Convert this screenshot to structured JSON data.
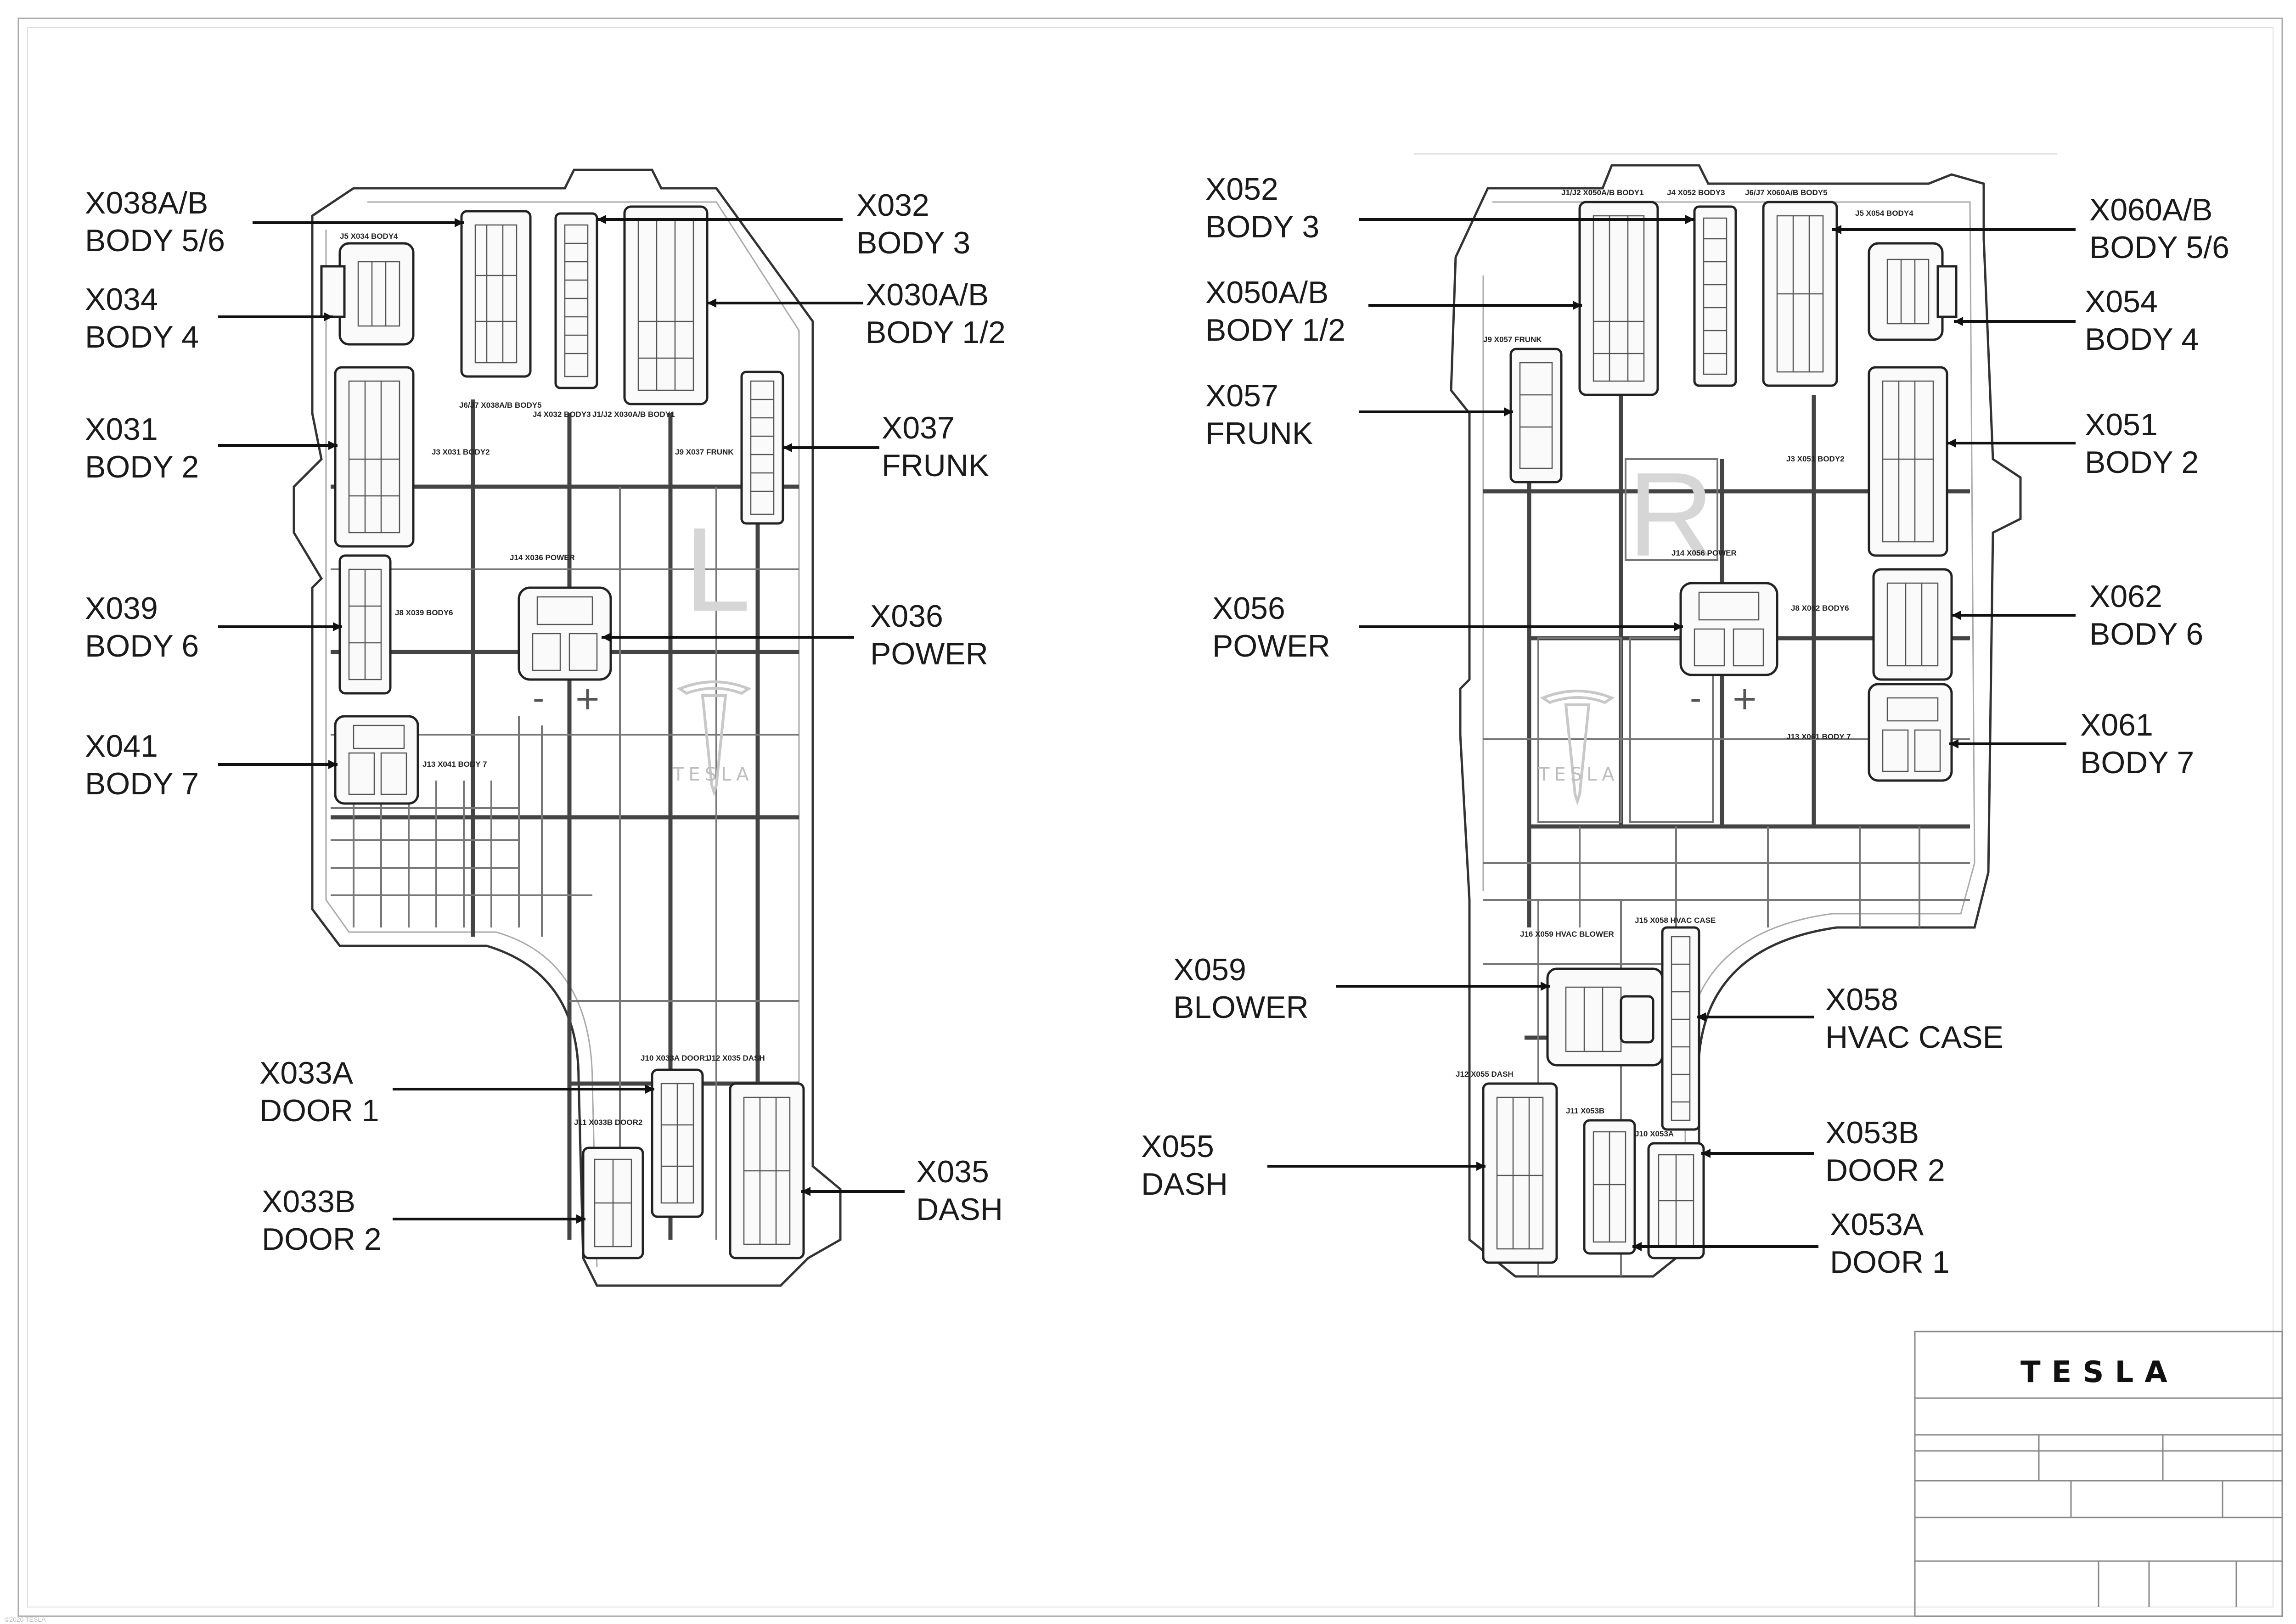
{
  "brand": "TESLA",
  "side_marks": {
    "left": "L",
    "right": "R"
  },
  "polarity": {
    "minus": "-",
    "plus": "+"
  },
  "left_labels": [
    {
      "id": "x038ab",
      "line1": "X038A/B",
      "line2": "BODY 5/6"
    },
    {
      "id": "x034",
      "line1": "X034",
      "line2": "BODY 4"
    },
    {
      "id": "x031",
      "line1": "X031",
      "line2": "BODY 2"
    },
    {
      "id": "x039",
      "line1": "X039",
      "line2": "BODY 6"
    },
    {
      "id": "x041",
      "line1": "X041",
      "line2": "BODY 7"
    },
    {
      "id": "x032",
      "line1": "X032",
      "line2": "BODY 3"
    },
    {
      "id": "x030ab",
      "line1": "X030A/B",
      "line2": "BODY 1/2"
    },
    {
      "id": "x037",
      "line1": "X037",
      "line2": "FRUNK"
    },
    {
      "id": "x036",
      "line1": "X036",
      "line2": "POWER"
    },
    {
      "id": "x033a",
      "line1": "X033A",
      "line2": "DOOR 1"
    },
    {
      "id": "x033b",
      "line1": "X033B",
      "line2": "DOOR 2"
    },
    {
      "id": "x035",
      "line1": "X035",
      "line2": "DASH"
    }
  ],
  "right_labels": [
    {
      "id": "x052",
      "line1": "X052",
      "line2": "BODY 3"
    },
    {
      "id": "x050ab",
      "line1": "X050A/B",
      "line2": "BODY 1/2"
    },
    {
      "id": "x057",
      "line1": "X057",
      "line2": "FRUNK"
    },
    {
      "id": "x056",
      "line1": "X056",
      "line2": "POWER"
    },
    {
      "id": "x059",
      "line1": "X059",
      "line2": "BLOWER"
    },
    {
      "id": "x055",
      "line1": "X055",
      "line2": "DASH"
    },
    {
      "id": "x060ab",
      "line1": "X060A/B",
      "line2": "BODY 5/6"
    },
    {
      "id": "x054",
      "line1": "X054",
      "line2": "BODY 4"
    },
    {
      "id": "x051",
      "line1": "X051",
      "line2": "BODY 2"
    },
    {
      "id": "x062",
      "line1": "X062",
      "line2": "BODY 6"
    },
    {
      "id": "x061",
      "line1": "X061",
      "line2": "BODY 7"
    },
    {
      "id": "x058",
      "line1": "X058",
      "line2": "HVAC CASE"
    },
    {
      "id": "x053b",
      "line1": "X053B",
      "line2": "DOOR 2"
    },
    {
      "id": "x053a",
      "line1": "X053A",
      "line2": "DOOR 1"
    }
  ],
  "left_tags": {
    "j5": "J5 X034 BODY4",
    "j6": "J6/J7 X038A/B BODY5",
    "j4": "J4 X032 BODY3",
    "j12": "J1/J2 X030A/B BODY1",
    "j3": "J3 X031 BODY2",
    "j9": "J9 X037 FRUNK",
    "j14": "J14 X036 POWER",
    "j8": "J8 X039 BODY6",
    "j13": "J13 X041 BODY 7",
    "j10": "J10 X033A DOOR1",
    "j12b": "J12 X035 DASH",
    "j11": "J11 X033B DOOR2"
  },
  "right_tags": {
    "j1": "J1/J2 X050A/B BODY1",
    "j4": "J4 X052 BODY3",
    "j6": "J6/J7 X060A/B BODY5",
    "j5": "J5 X054 BODY4",
    "j9": "J9 X057 FRUNK",
    "j3": "J3 X051 BODY2",
    "j14": "J14 X056 POWER",
    "j8": "J8 X062 BODY6",
    "j13": "J13 X061 BODY 7",
    "j16": "J16 X059 HVAC BLOWER",
    "j15": "J15 X058 HVAC CASE",
    "j12": "J12 X055 DASH",
    "j11": "J11 X053B",
    "j10": "J10 X053A"
  },
  "footer_note": "©2020 TESLA"
}
